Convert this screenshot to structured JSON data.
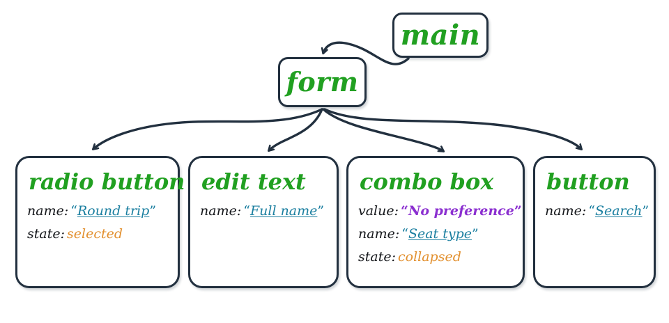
{
  "diagram": {
    "title": "accessibility-tree-node-diagram",
    "colors": {
      "node_border": "#22303f",
      "node_background": "#ffffff",
      "role_green": "#21a021",
      "label_black": "#16181c",
      "name_teal": "#1b7fa0",
      "value_purple": "#8b2fd0",
      "state_orange": "#e2902f",
      "edge": "#22303f"
    },
    "nodes": {
      "main": {
        "title": "main"
      },
      "form": {
        "title": "form"
      },
      "radio_button": {
        "title": "radio button",
        "props": [
          {
            "key": "name:",
            "value": "Round trip",
            "style": "name",
            "quoted": true
          },
          {
            "key": "state:",
            "value": "selected",
            "style": "state",
            "quoted": false
          }
        ]
      },
      "edit_text": {
        "title": "edit text",
        "props": [
          {
            "key": "name:",
            "value": "Full name",
            "style": "name",
            "quoted": true
          }
        ]
      },
      "combo_box": {
        "title": "combo box",
        "props": [
          {
            "key": "value:",
            "value": "No preference",
            "style": "value",
            "quoted": true
          },
          {
            "key": "name:",
            "value": "Seat type",
            "style": "name",
            "quoted": true
          },
          {
            "key": "state:",
            "value": "collapsed",
            "style": "state",
            "quoted": false
          }
        ]
      },
      "button": {
        "title": "button",
        "props": [
          {
            "key": "name:",
            "value": "Search",
            "style": "name",
            "quoted": true
          }
        ]
      }
    },
    "edges": [
      {
        "from": "main",
        "to": "form"
      },
      {
        "from": "form",
        "to": "radio_button"
      },
      {
        "from": "form",
        "to": "edit_text"
      },
      {
        "from": "form",
        "to": "combo_box"
      },
      {
        "from": "form",
        "to": "button"
      }
    ],
    "quotes": {
      "open": "“",
      "close": "”"
    }
  }
}
